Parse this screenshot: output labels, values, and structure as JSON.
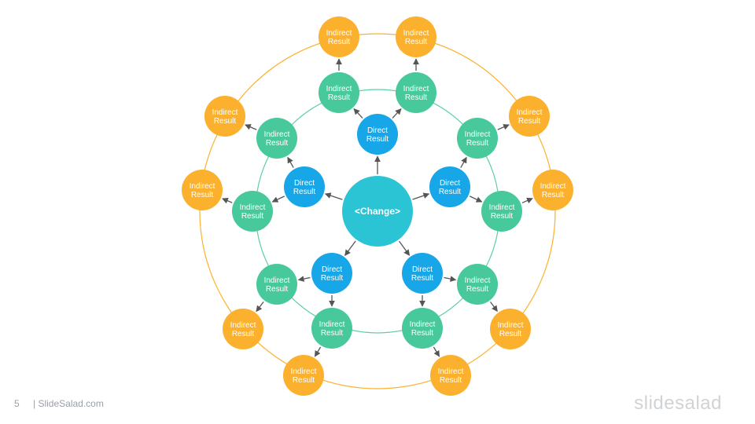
{
  "colors": {
    "center": "#2bc4d5",
    "direct": "#17a6e7",
    "indirect_inner": "#47c99b",
    "indirect_outer": "#fbb12d",
    "ring_inner": "#5ccfa3",
    "ring_outer": "#fbb12d",
    "arrow": "#555555"
  },
  "center": {
    "label": "<Change>"
  },
  "direct_label": [
    "Direct",
    "Result"
  ],
  "indirect_label": [
    "Indirect",
    "Result"
  ],
  "footer": {
    "page": "5",
    "site": "| SlideSalad.com",
    "brand": "slidesalad"
  }
}
